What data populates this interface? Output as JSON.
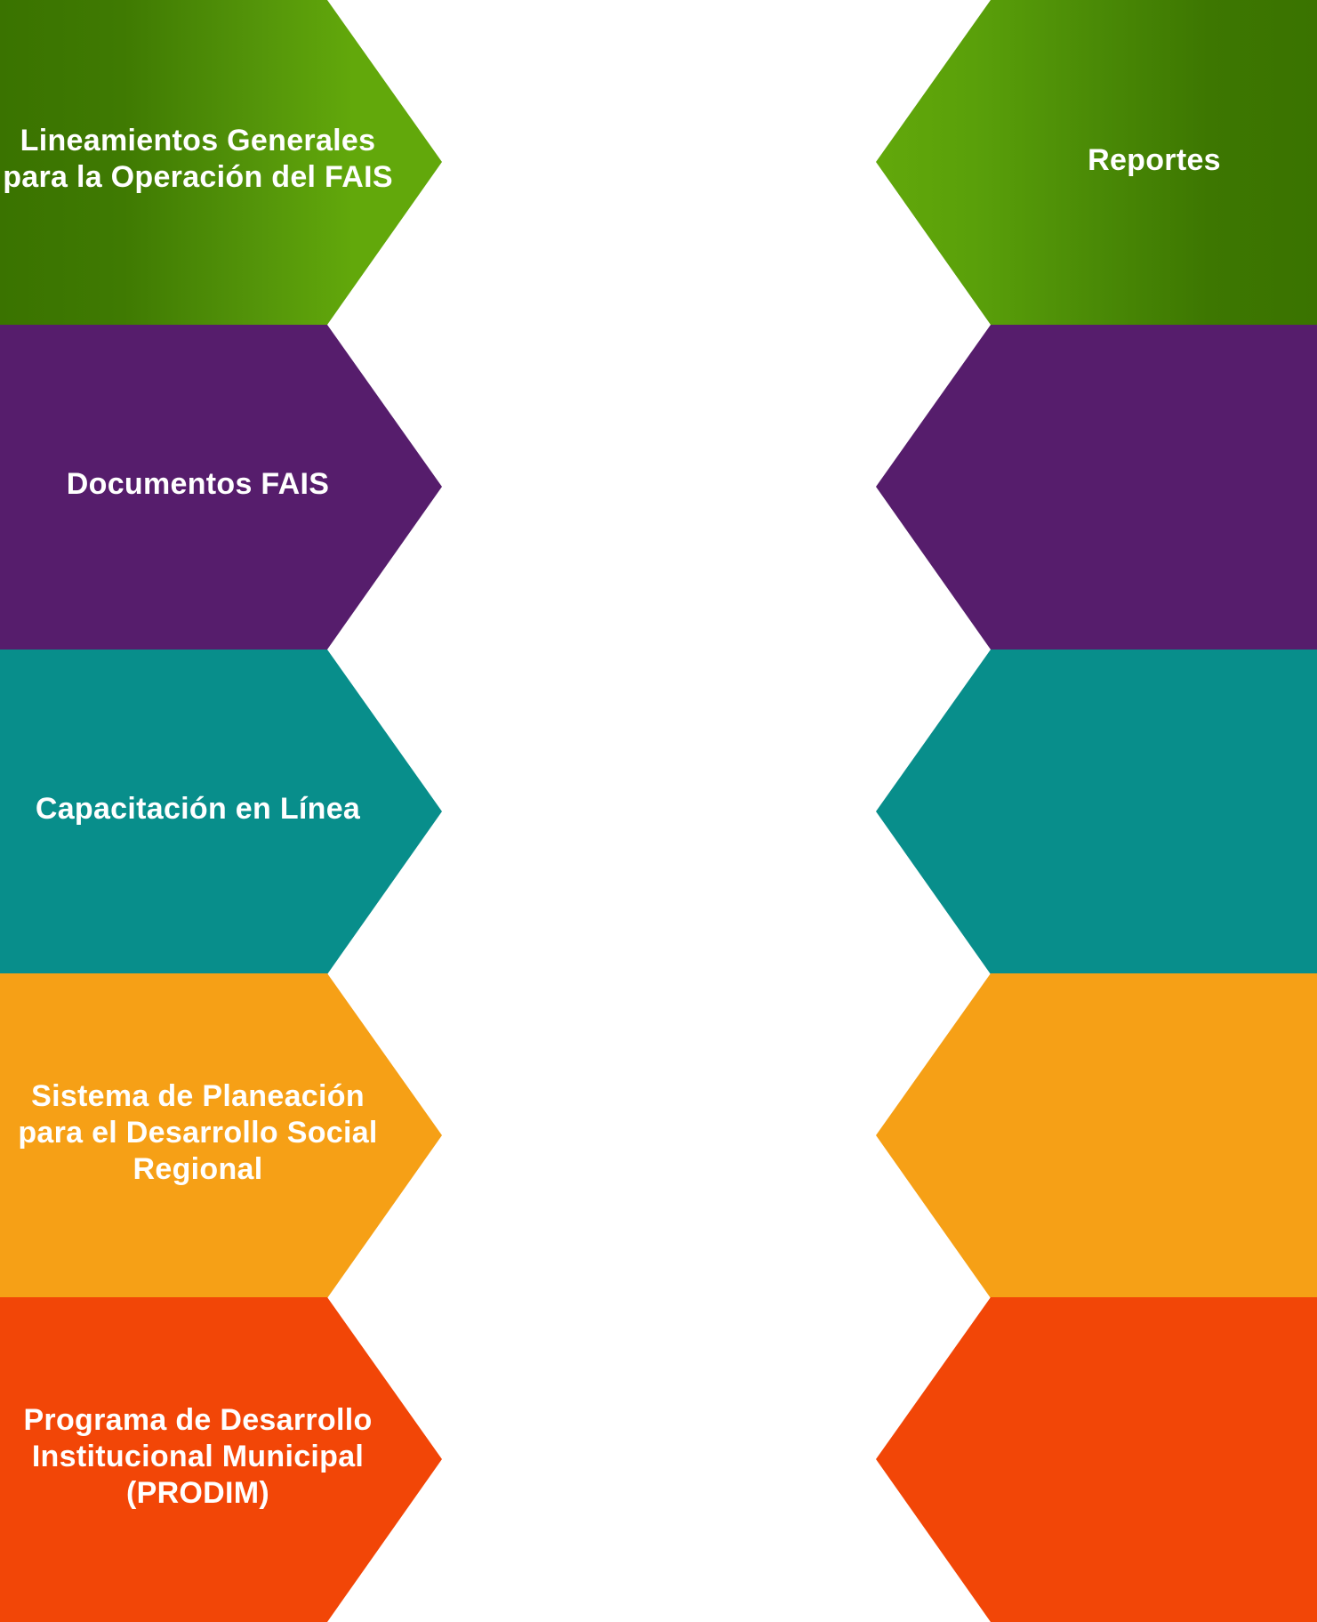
{
  "colors": {
    "green_dark": "#3a7300",
    "green_light": "#62a80b",
    "purple": "#561d6c",
    "teal": "#088e8b",
    "orange": "#f6a016",
    "red_orange": "#f24607",
    "text": "#ffffff"
  },
  "left_tiles": [
    {
      "label": "Lineamientos Generales para la Operación del FAIS",
      "color": "green-gradient"
    },
    {
      "label": "Documentos FAIS",
      "color": "#561d6c"
    },
    {
      "label": "Capacitación en Línea",
      "color": "#088e8b"
    },
    {
      "label": "Sistema de Planeación para el Desarrollo Social Regional",
      "color": "#f6a016"
    },
    {
      "label": "Programa de Desarrollo Institucional Municipal (PRODIM)",
      "color": "#f24607"
    }
  ],
  "right_tiles": [
    {
      "label": "Reportes",
      "color": "green-gradient"
    },
    {
      "label": "",
      "color": "#561d6c"
    },
    {
      "label": "",
      "color": "#088e8b"
    },
    {
      "label": "",
      "color": "#f6a016"
    },
    {
      "label": "",
      "color": "#f24607"
    }
  ]
}
